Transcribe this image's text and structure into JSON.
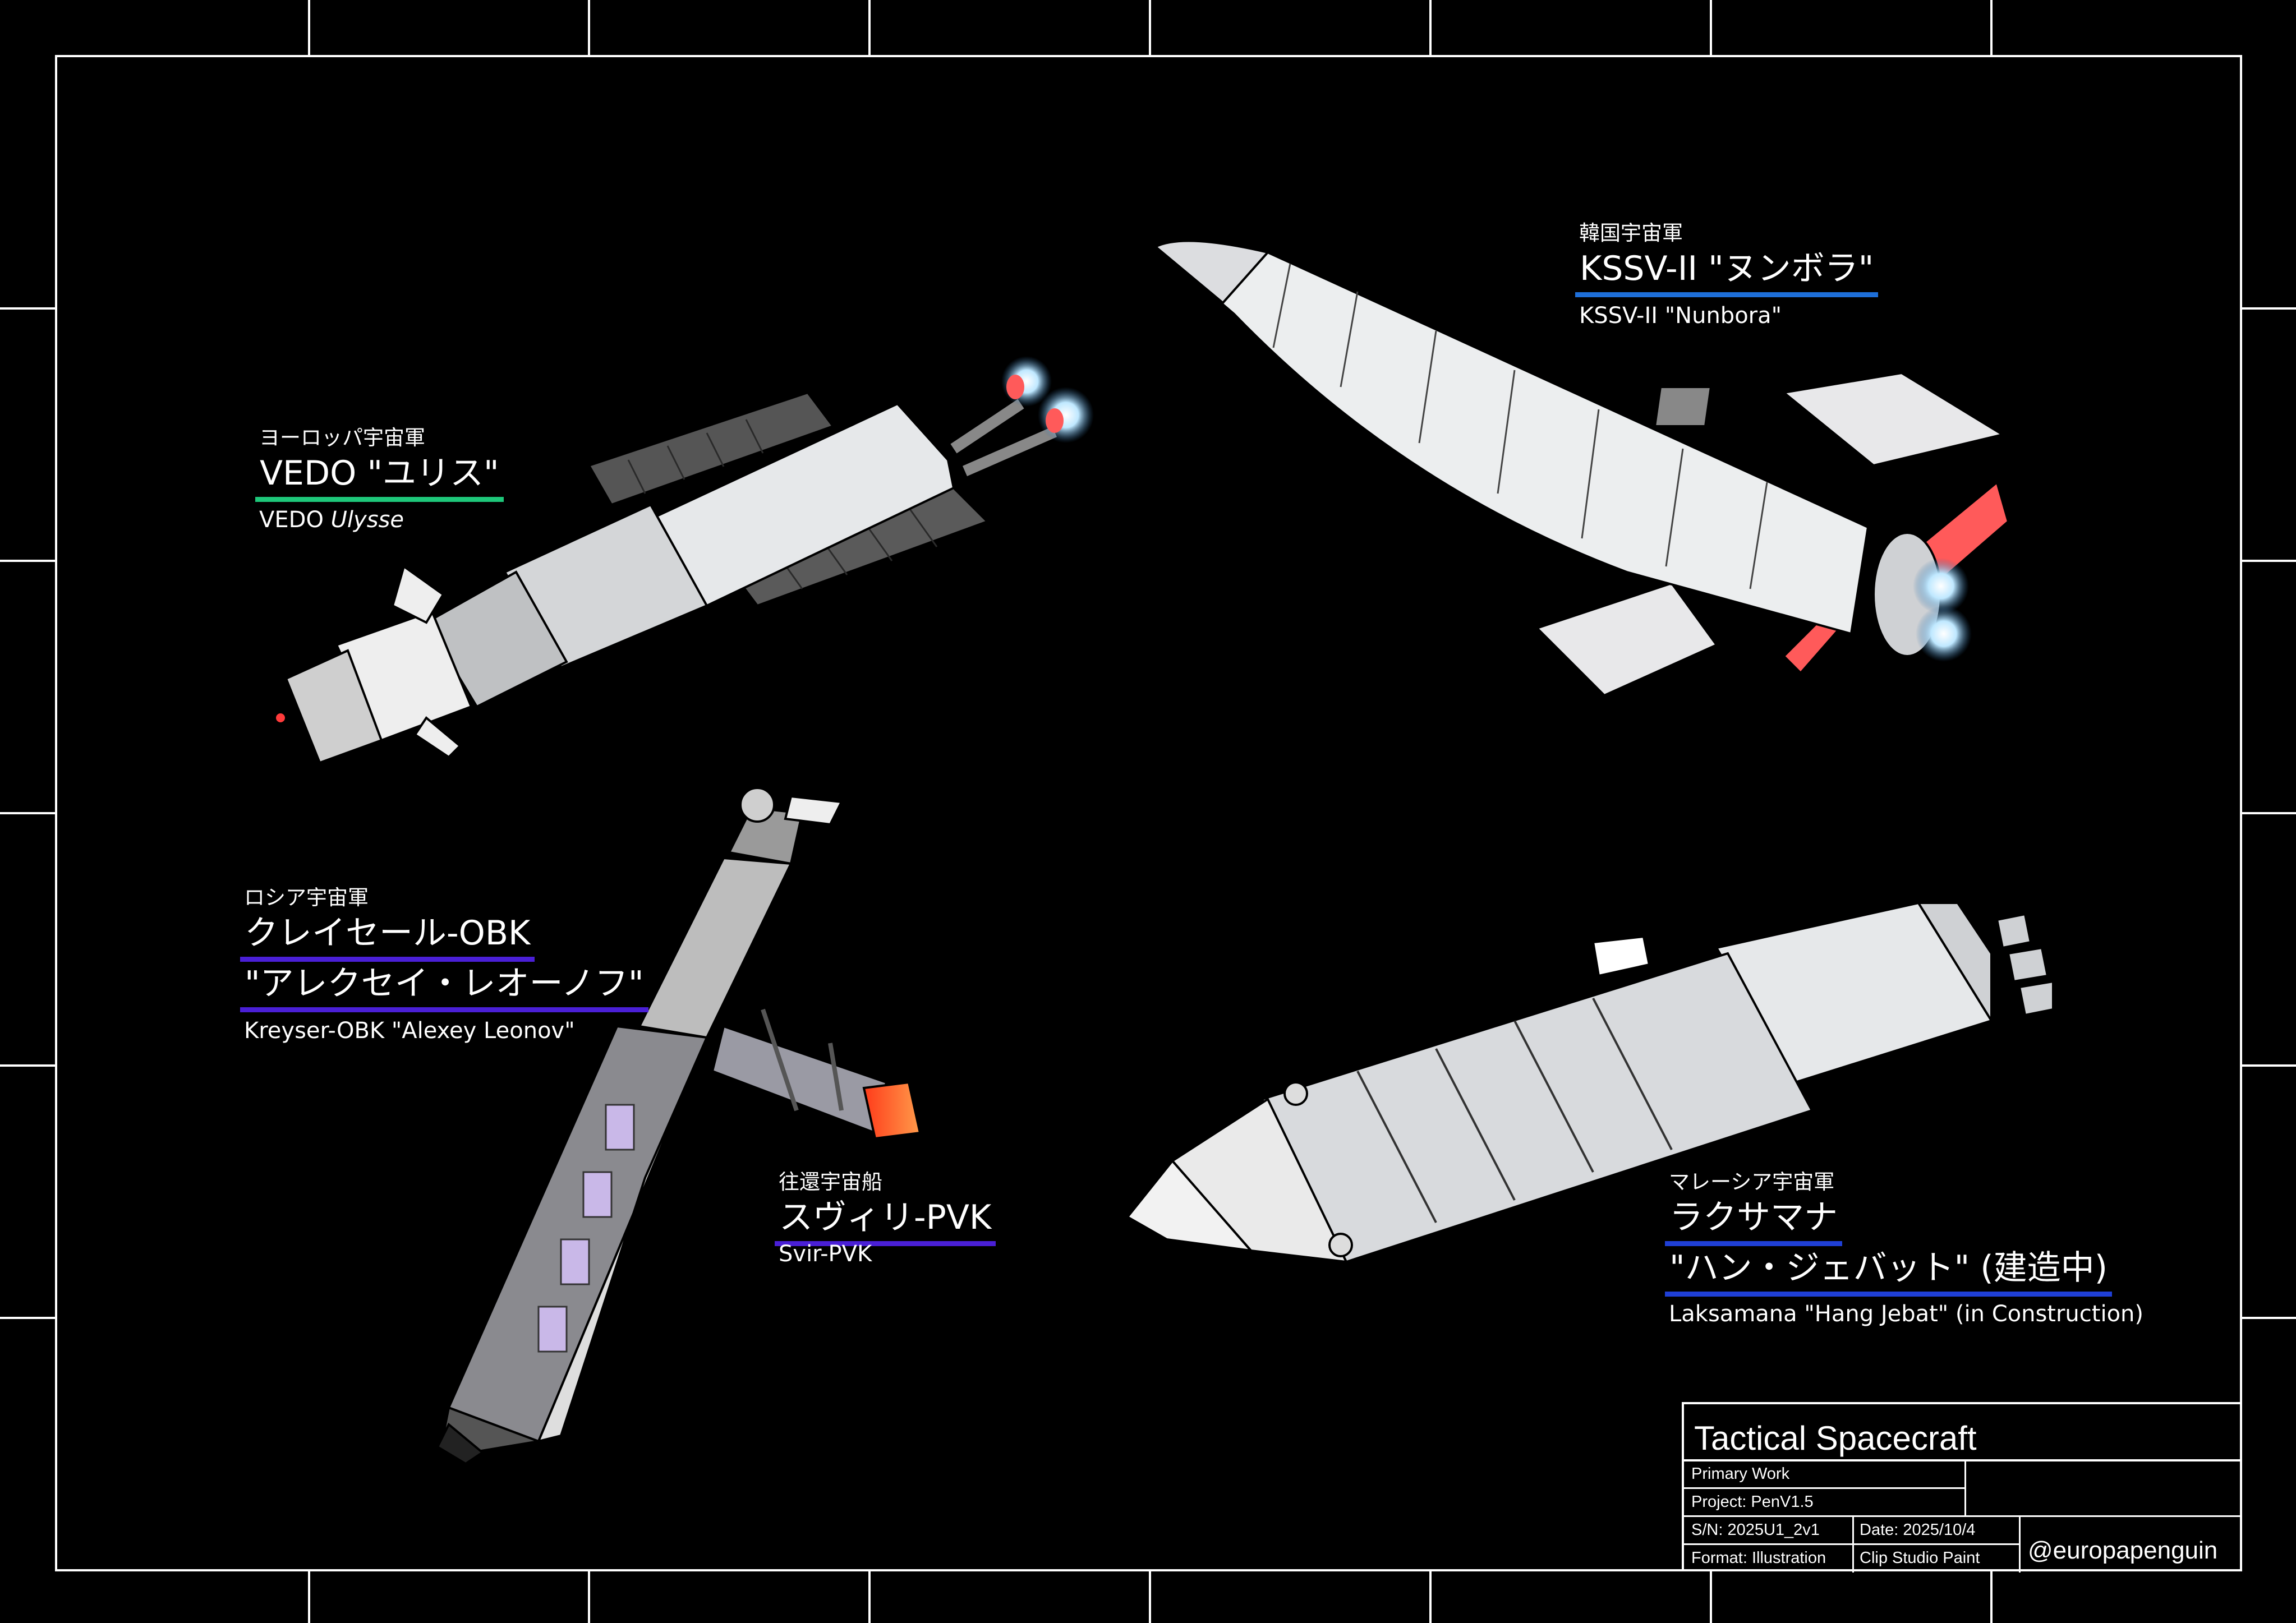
{
  "colors": {
    "background": "#000000",
    "frame": "#ffffff",
    "vedo": "#1ec77a",
    "kssv": "#1e6fd9",
    "russia": "#4a1fd6",
    "svir": "#4a1fd6",
    "malaysia": "#1f3fd6",
    "hull": "#e4e6e8",
    "engine_glow": "#ff4a4a",
    "panel_red": "#ff5a5a"
  },
  "ships": {
    "vedo": {
      "agency": "ヨーロッパ宇宙軍",
      "name": "VEDO \"ユリス\"",
      "sub_prefix": "VEDO ",
      "sub_italic": "Ulysse"
    },
    "kssv": {
      "agency": "韓国宇宙軍",
      "name": "KSSV-II \"ヌンボラ\"",
      "sub": "KSSV-II \"Nunbora\""
    },
    "russia": {
      "agency": "ロシア宇宙軍",
      "name_line1": "クレイセール-OBK",
      "name_line2": "\"アレクセイ・レオーノフ\"",
      "sub": "Kreyser-OBK \"Alexey Leonov\""
    },
    "svir": {
      "agency": "往還宇宙船",
      "name": "スヴィリ-PVK",
      "sub": "Svir-PVK"
    },
    "malaysia": {
      "agency": "マレーシア宇宙軍",
      "name_line1": "ラクサマナ",
      "name_line2": "\"ハン・ジェバット\" (建造中)",
      "sub": "Laksamana \"Hang Jebat\" (in Construction)"
    }
  },
  "title_block": {
    "title": "Tactical Spacecraft",
    "work": "Primary Work",
    "project": "Project: PenV1.5",
    "sn": "S/N: 2025U1_2v1",
    "date": "Date: 2025/10/4",
    "format": "Format: Illustration",
    "software": "Clip Studio Paint",
    "handle": "@europapenguin"
  }
}
